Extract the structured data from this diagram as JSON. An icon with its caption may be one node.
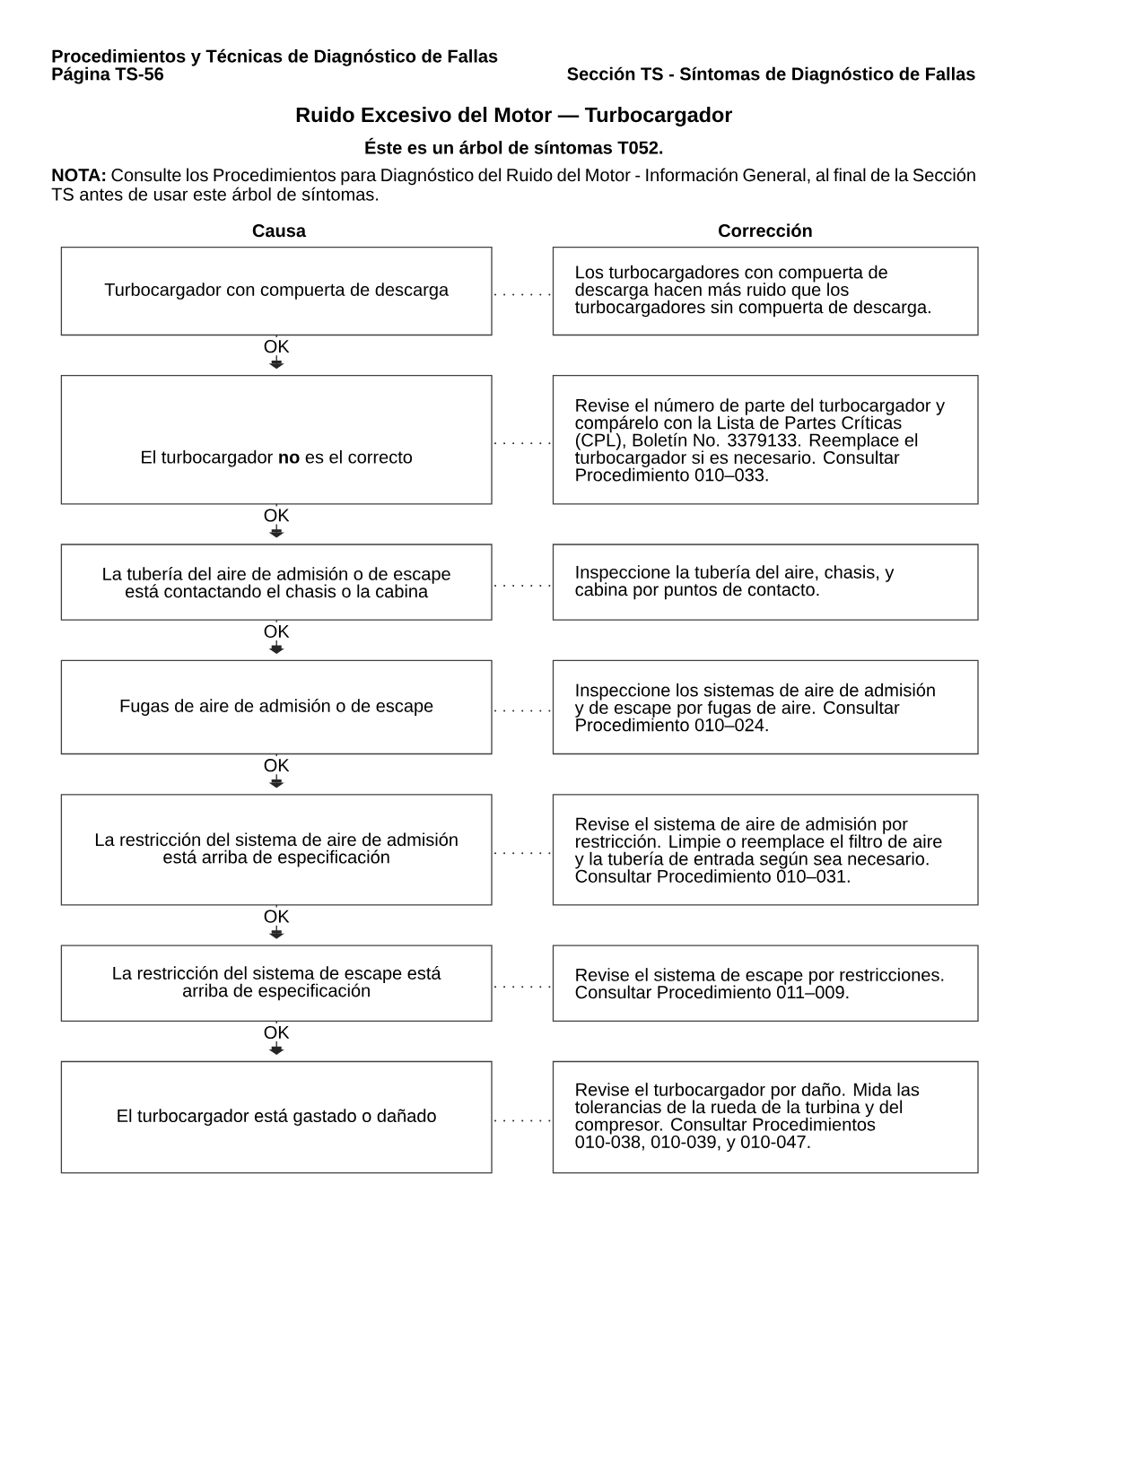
{
  "diagram": {
    "title": "Ruido Excesivo del Motor — Turbocargador",
    "nodes": [
      {
        "text": [
          "Turbocargador con compuerta de descarga"
        ]
      },
      {
        "text": [
          "Los turbocargadores con compuerta de descarga hacen más ruido que los turbocargadores sin compuerta de descarga."
        ]
      },
      {
        "text": [
          "El turbocargador **no** es el correcto"
        ]
      },
      {
        "text": [
          "Revise el número de parte del turbocargador y compárelo con la Lista de Partes Críticas (CPL), Boletín No. 3379133. Reemplace el turbocargador si es necesario. Consultar Procedimiento 010–033."
        ]
      },
      {
        "text": [
          "La tubería del aire de admisión o de escape está contactando el chasis o la cabina"
        ]
      },
      {
        "text": [
          "Inspeccione la tubería del aire, chasis, y cabina por puntos de contacto."
        ]
      },
      {
        "text": [
          "Fugas de aire de admisión o de escape"
        ]
      },
      {
        "text": [
          "Inspeccione los sistemas de aire de admisión y de escape por fugas de aire. Consultar Procedimiento 010–024."
        ]
      },
      {
        "text": [
          "La restricción del sistema de aire de admisión está arriba de especificación"
        ]
      },
      {
        "text": [
          "Revise el sistema de aire de admisión por restricción. Limpie o reemplace el filtro de aire y la tubería de entrada según sea necesario. Consultar Procedimiento 010–031."
        ]
      },
      {
        "text": [
          "La restricción del sistema de escape está arriba de especificación"
        ]
      },
      {
        "text": [
          "Revise el sistema de escape por restricciones. Consultar Procedimiento 011–009."
        ]
      },
      {
        "text": [
          "El turbocargador está gastado o dañado"
        ]
      },
      {
        "text": [
          "Revise el turbocargador por daño. Mida las tolerancias de la rueda de la turbina y del compresor. Consultar Procedimientos 010-038, 010-039, y 010-047."
        ]
      }
    ],
    "edges": [
      {
        "from": 0,
        "to": 1,
        "arrow": "none",
        "style": "dashed"
      },
      {
        "from": 0,
        "to": 2,
        "arrow": "to",
        "label": "OK"
      },
      {
        "from": 2,
        "to": 3,
        "arrow": "none",
        "style": "dashed"
      },
      {
        "from": 2,
        "to": 4,
        "arrow": "to",
        "label": "OK"
      },
      {
        "from": 4,
        "to": 5,
        "arrow": "none",
        "style": "dashed"
      },
      {
        "from": 4,
        "to": 6,
        "arrow": "to",
        "label": "OK"
      },
      {
        "from": 6,
        "to": 7,
        "arrow": "none",
        "style": "dashed"
      },
      {
        "from": 6,
        "to": 8,
        "arrow": "to",
        "label": "OK"
      },
      {
        "from": 8,
        "to": 9,
        "arrow": "none",
        "style": "dashed"
      },
      {
        "from": 8,
        "to": 10,
        "arrow": "to",
        "label": "OK"
      },
      {
        "from": 10,
        "to": 11,
        "arrow": "none",
        "style": "dashed"
      },
      {
        "from": 10,
        "to": 12,
        "arrow": "to",
        "label": "OK"
      },
      {
        "from": 12,
        "to": 13,
        "arrow": "none",
        "style": "dashed"
      }
    ],
    "labels": [
      "Procedimientos y Técnicas de Diagnóstico de Fallas",
      "Página TS-56",
      "Sección TS - Síntomas de Diagnóstico de Fallas",
      "Éste es un árbol de síntomas T052.",
      "**NOTA:** Consulte los Procedimientos para Diagnóstico del Ruido del Motor - Información General, al final de la Sección TS antes de usar este árbol de síntomas.",
      "Causa",
      "Corrección"
    ]
  }
}
